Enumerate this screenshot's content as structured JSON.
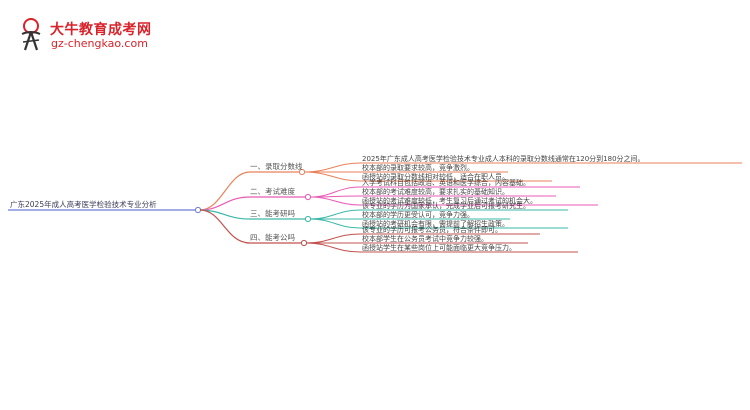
{
  "logo": {
    "title": "大牛教育成考网",
    "url": "gz-chengkao.com"
  },
  "root": "广东2025年成人高考医学检验技术专业分析",
  "branches": [
    {
      "label": "一、录取分数线",
      "color": "#e8825a",
      "items": [
        "2025年广东成人高考医学检验技术专业成人本科的录取分数线通常在120分到180分之间。",
        "校本部的录取要求较高，竞争激烈。",
        "函授站的录取分数线相对较低，适合在职人员。"
      ]
    },
    {
      "label": "二、考试难度",
      "color": "#e85ab5",
      "items": [
        "入学考试科目包括政治、英语和医学综合，内容基础。",
        "校本部的考试难度较高，要求扎实的基础知识。",
        "函授站的考试难度较低，考生复习后通过考试的机会大。"
      ]
    },
    {
      "label": "三、能考研吗",
      "color": "#3bb8a8",
      "items": [
        "该专业的学历为国家承认，完成学业后可报考研究生。",
        "校本部的学历更受认可，竞争力强。",
        "函授站的考研机会有限，需提前了解招生政策。"
      ]
    },
    {
      "label": "四、能考公吗",
      "color": "#c0504d",
      "items": [
        "该专业的学历可报考公务员，符合条件即可。",
        "校本部学生在公务员考试中竞争力较强。",
        "函授站学生在某些岗位上可能面临更大竞争压力。"
      ]
    }
  ]
}
